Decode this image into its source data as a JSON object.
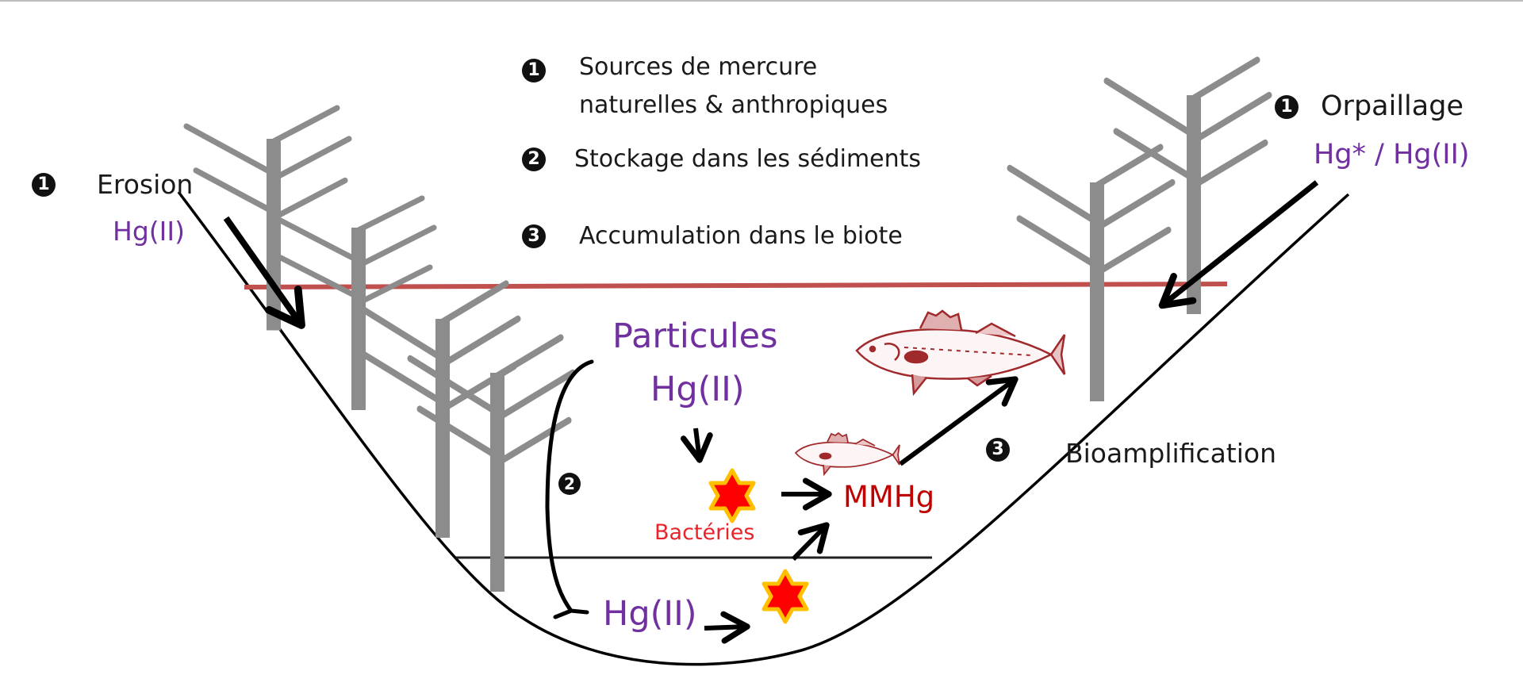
{
  "legend": {
    "items": [
      {
        "number": "1",
        "text_line1": "Sources de mercure",
        "text_line2": "naturelles & anthropiques"
      },
      {
        "number": "2",
        "text_line1": "Stockage dans les sédiments"
      },
      {
        "number": "3",
        "text_line1": "Accumulation dans le biote"
      }
    ]
  },
  "left_source": {
    "number": "1",
    "label": "Erosion",
    "species": "Hg(II)"
  },
  "right_source": {
    "number": "1",
    "label": "Orpaillage",
    "species": "Hg* / Hg(II)"
  },
  "water_column": {
    "particles_label": "Particules",
    "particles_species": "Hg(II)",
    "bacteria_label": "Bactéries",
    "methylmercury_label": "MMHg"
  },
  "sediment": {
    "number": "2",
    "species": "Hg(II)"
  },
  "biota": {
    "number": "3",
    "label": "Bioamplification"
  },
  "colors": {
    "hg_text": "#7030a0",
    "mmhg_text": "#c00000",
    "bacteria_text": "#e8232a",
    "water_surface": "#c0504d",
    "tree": "#8c8c8c",
    "fish": "#a0292b",
    "star_fill": "#ff0000",
    "star_outline": "#ffc000"
  },
  "icons": {
    "trees": "tree-icon",
    "fish": "fish-icon",
    "bacteria": "six-point-star-icon"
  }
}
